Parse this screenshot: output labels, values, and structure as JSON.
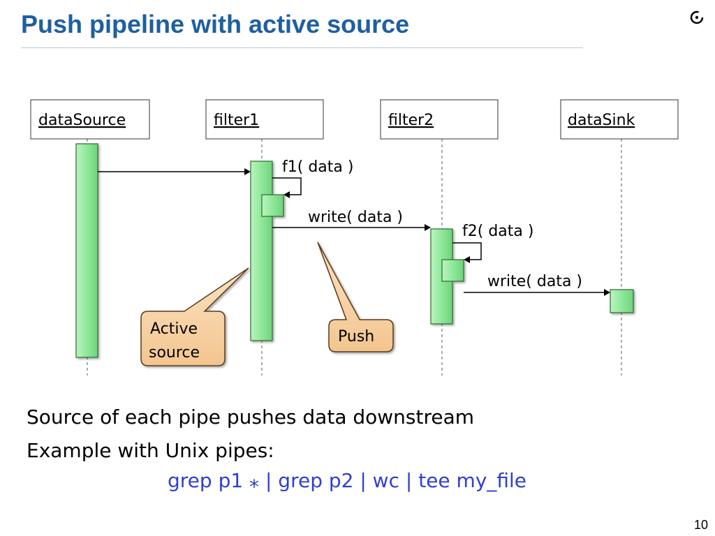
{
  "slide": {
    "title": "Push pipeline with active source",
    "page_number": "10",
    "logo_icon": "eiffel-logo-icon"
  },
  "diagram": {
    "lifelines": [
      {
        "id": "dataSource",
        "label": "dataSource"
      },
      {
        "id": "filter1",
        "label": "filter1"
      },
      {
        "id": "filter2",
        "label": "filter2"
      },
      {
        "id": "dataSink",
        "label": "dataSink"
      }
    ],
    "messages": {
      "f1": "f1( data )",
      "write1": "write( data )",
      "f2": "f2( data )",
      "write2": "write( data )"
    },
    "callouts": {
      "active_source_line1": "Active",
      "active_source_line2": "source",
      "push": "Push"
    },
    "colors": {
      "activation_fill": "#8fe89a",
      "activation_stroke": "#2f6b2f",
      "callout_fill": "#f8d5a8",
      "callout_stroke": "#5a3a1a"
    }
  },
  "bullets": [
    "Source of each pipe pushes data downstream",
    "Example with Unix pipes:"
  ],
  "code_example": "grep p1 ⁎ | grep p2 | wc | tee my_file"
}
